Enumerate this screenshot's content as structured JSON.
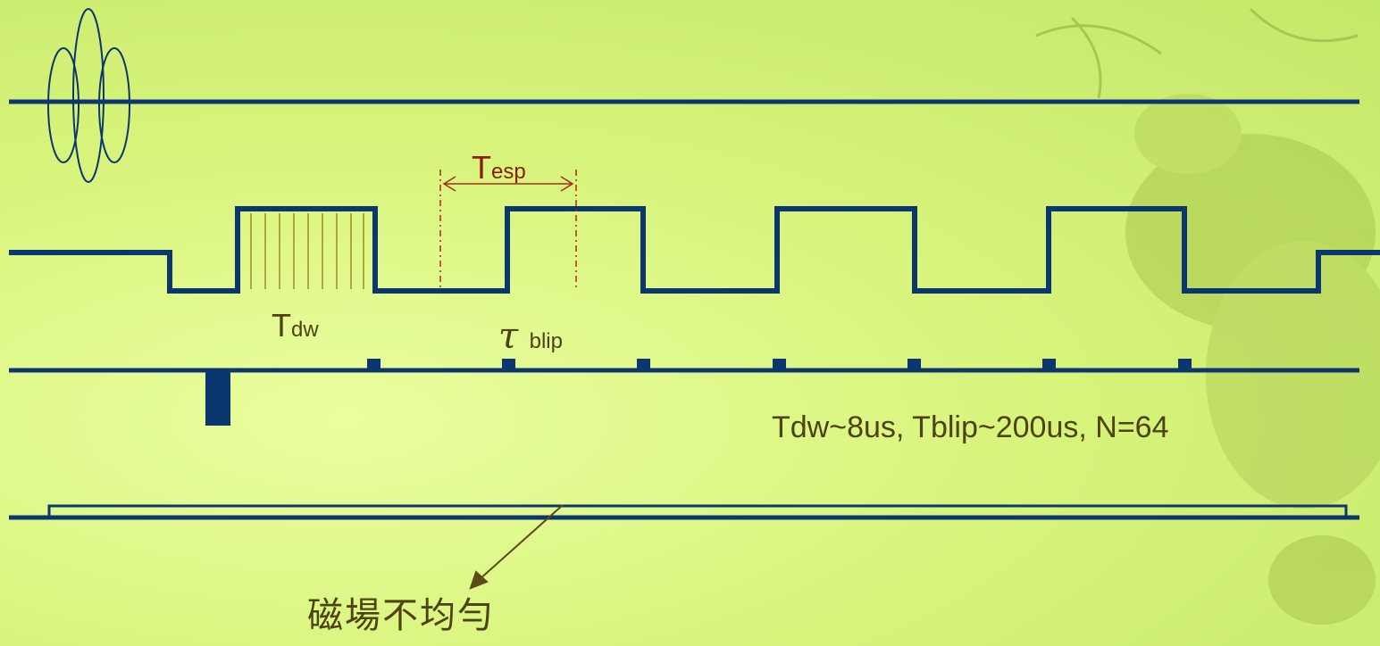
{
  "colors": {
    "waveform": "#0c3670",
    "annotation_red": "#a0301c",
    "text_olive": "#4d4310",
    "sampling_lines": "#9a7a10",
    "arrow": "#5a4c12"
  },
  "labels": {
    "t_esp_main": "T",
    "t_esp_sub": "esp",
    "t_dw_main": "T",
    "t_dw_sub": "dw",
    "tau_symbol": "τ",
    "tau_sub": "blip",
    "parameters": "Tdw~8us, Tblip~200us, N=64",
    "field_inhomogeneity": "磁場不均勻"
  }
}
